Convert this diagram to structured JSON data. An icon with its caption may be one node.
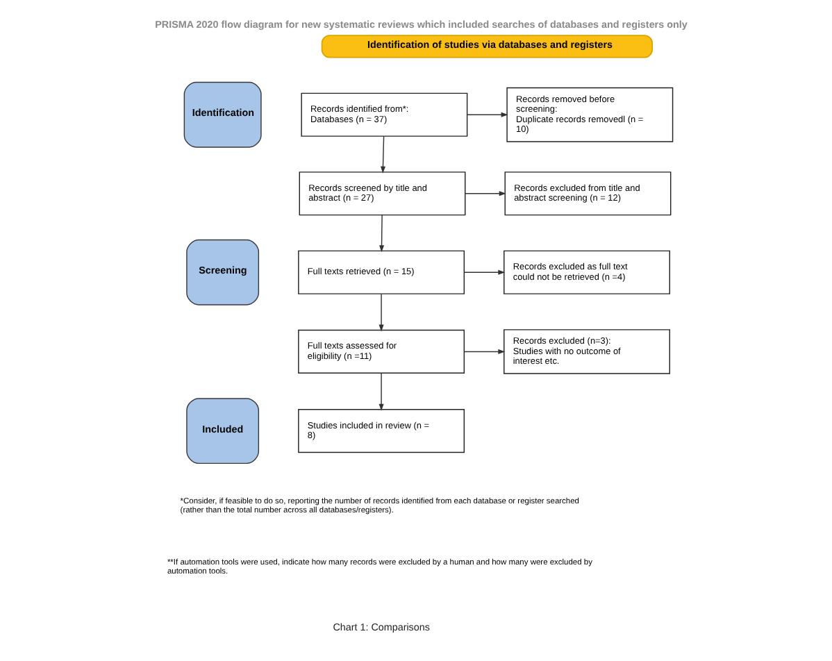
{
  "diagram": {
    "title": "PRISMA 2020 flow diagram for new systematic reviews which included searches of databases and registers only",
    "caption": "Chart 1: Comparisons",
    "nodes": [
      {
        "text": [
          "Identification of studies via databases and registers"
        ]
      },
      {
        "text": [
          "Identification"
        ]
      },
      {
        "text": [
          "Records identified from*:",
          "Databases (n = 37)"
        ]
      },
      {
        "text": [
          "Records removed before screening:",
          "Duplicate records removedl (n = 10)"
        ]
      },
      {
        "text": [
          "Screening"
        ]
      },
      {
        "text": [
          "Records screened by title and abstract (n = 27)"
        ]
      },
      {
        "text": [
          "Records excluded from title and abstract screening (n = 12)"
        ]
      },
      {
        "text": [
          "Full texts retrieved (n = 15)"
        ]
      },
      {
        "text": [
          "Records excluded as full text could not be retrieved (n =4)"
        ]
      },
      {
        "text": [
          "Full texts assessed for eligibility (n =11)"
        ]
      },
      {
        "text": [
          "Records excluded (n=3):",
          "Studies with no outcome of interest etc."
        ]
      },
      {
        "text": [
          "Included"
        ]
      },
      {
        "text": [
          "Studies included in review (n = 8)"
        ]
      }
    ],
    "edges": [
      {
        "from": 2,
        "to": 3,
        "arrow": "to"
      },
      {
        "from": 2,
        "to": 5,
        "arrow": "to"
      },
      {
        "from": 5,
        "to": 6,
        "arrow": "to"
      },
      {
        "from": 5,
        "to": 7,
        "arrow": "to"
      },
      {
        "from": 7,
        "to": 8,
        "arrow": "to"
      },
      {
        "from": 7,
        "to": 9,
        "arrow": "to"
      },
      {
        "from": 9,
        "to": 10,
        "arrow": "to"
      },
      {
        "from": 9,
        "to": 12,
        "arrow": "to"
      }
    ],
    "labels": [
      "*Consider, if feasible to do so, reporting the number of records identified from each database or register searched (rather than the total number across all databases/registers).",
      "**If automation tools were used, indicate how many records were excluded by a human and how many were excluded by automation tools."
    ]
  }
}
